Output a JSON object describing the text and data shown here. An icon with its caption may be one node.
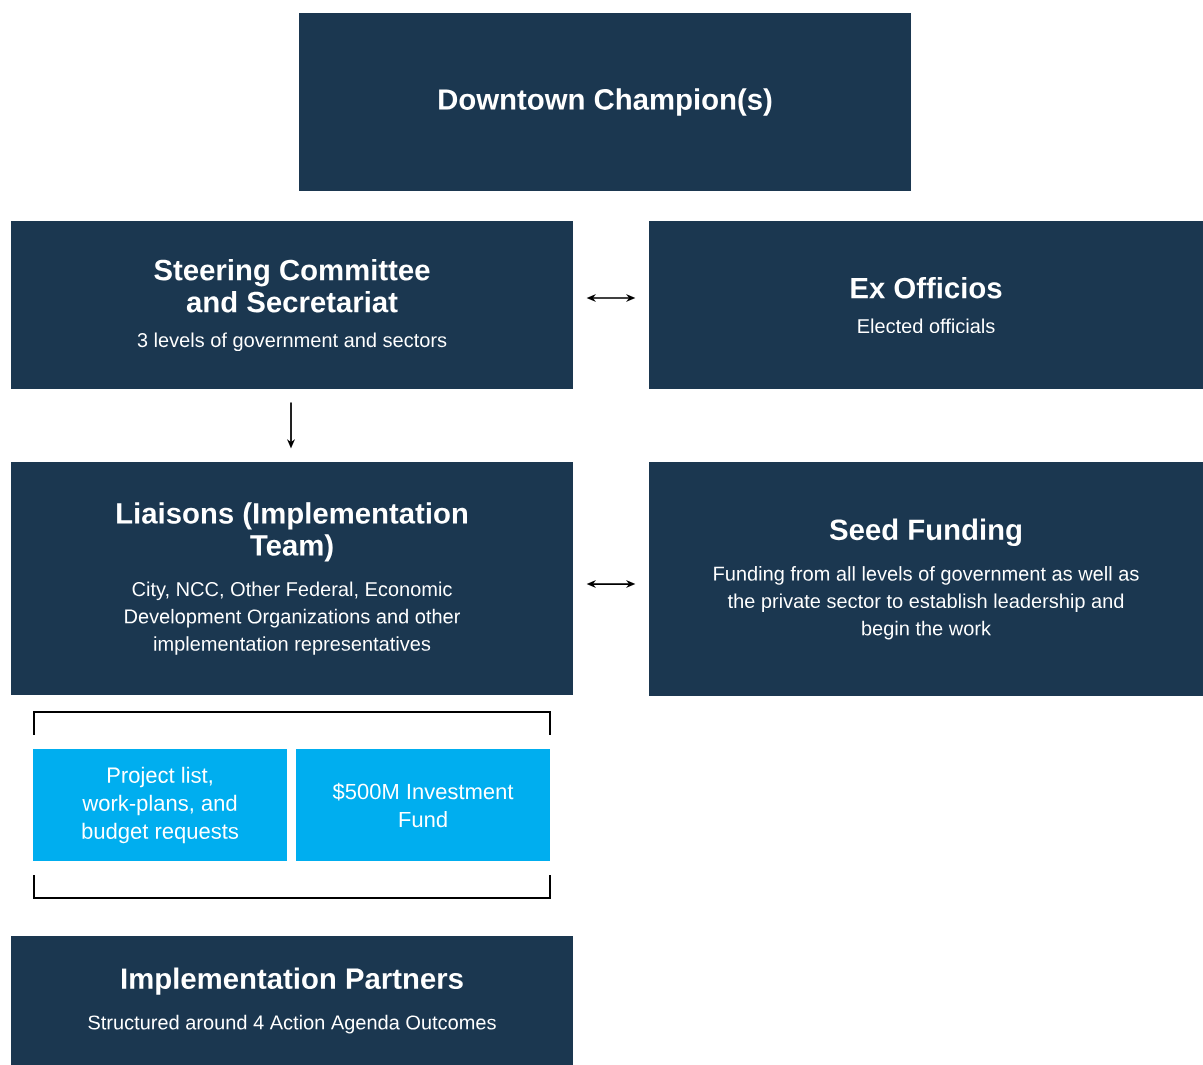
{
  "diagram": {
    "nodes": [
      {
        "text": [
          "Downtown Champion(s)"
        ]
      },
      {
        "text": [
          "Steering Committee and Secretariat",
          "3 levels of government and sectors"
        ]
      },
      {
        "text": [
          "Ex Officios",
          "Elected officials"
        ]
      },
      {
        "text": [
          "Liaisons (Implementation Team)",
          "City, NCC, Other Federal, Economic Development Organizations and other implementation representatives"
        ]
      },
      {
        "text": [
          "Seed Funding",
          "Funding from all levels of government as well as the private sector to establish leadership and begin the work"
        ]
      },
      {
        "text": [
          "Project list, work-plans, and budget requests"
        ]
      },
      {
        "text": [
          "$500M Investment Fund"
        ]
      },
      {
        "text": [
          "Implementation Partners",
          "Structured around 4 Action Agenda Outcomes"
        ]
      }
    ],
    "edges": [
      {
        "from": 1,
        "to": 2,
        "arrow": "both"
      },
      {
        "from": 1,
        "to": 3,
        "arrow": "to"
      },
      {
        "from": 3,
        "to": 4,
        "arrow": "both"
      }
    ]
  }
}
